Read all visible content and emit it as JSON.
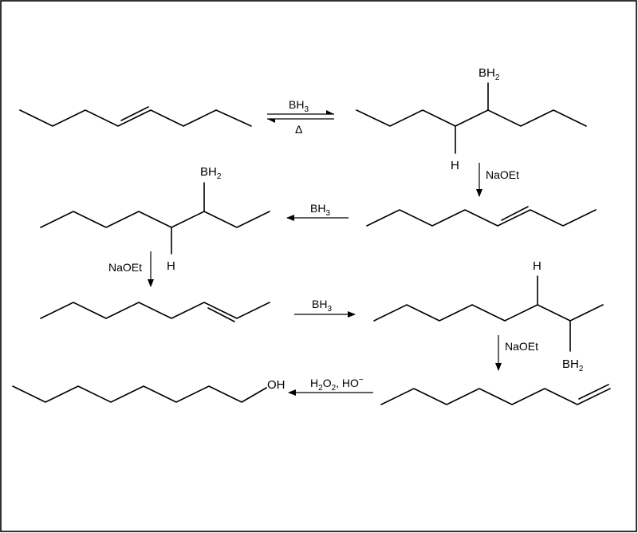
{
  "reagents": {
    "r1_top": "BH",
    "r1_top_sub": "3",
    "r1_bottom": "Δ",
    "r2": "NaOEt",
    "r3": "BH",
    "r3_sub": "3",
    "r4": "NaOEt",
    "r5": "BH",
    "r5_sub": "3",
    "r6": "NaOEt",
    "r7_a": "H",
    "r7_a_sub": "2",
    "r7_b": "O",
    "r7_b_sub": "2",
    "r7_c": ", HO",
    "r7_c_sup": "−"
  },
  "atoms": {
    "bh_main": "BH",
    "bh_sub": "2",
    "h": "H",
    "oh": "OH"
  }
}
